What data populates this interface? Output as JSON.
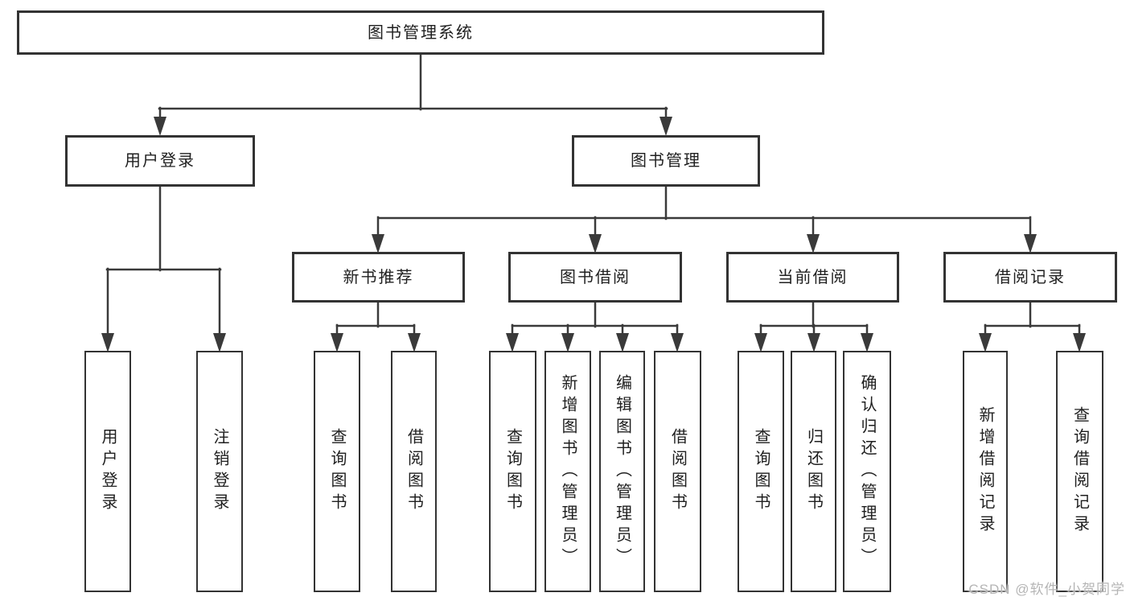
{
  "diagram": {
    "title": "图书管理系统",
    "nodes": {
      "root": "图书管理系统",
      "level2": [
        "用户登录",
        "图书管理"
      ],
      "level3": [
        "新书推荐",
        "图书借阅",
        "当前借阅",
        "借阅记录"
      ],
      "leaves": [
        "用户登录",
        "注销登录",
        "查询图书",
        "借阅图书",
        "查询图书",
        "新增图书（管理员）",
        "编辑图书（管理员）",
        "借阅图书",
        "查询图书",
        "归还图书",
        "确认归还（管理员）",
        "新增借阅记录",
        "查询借阅记录"
      ]
    },
    "hierarchy": {
      "图书管理系统": [
        "用户登录",
        "图书管理"
      ],
      "用户登录": [
        "用户登录",
        "注销登录"
      ],
      "图书管理": [
        "新书推荐",
        "图书借阅",
        "当前借阅",
        "借阅记录"
      ],
      "新书推荐": [
        "查询图书",
        "借阅图书"
      ],
      "图书借阅": [
        "查询图书",
        "新增图书（管理员）",
        "编辑图书（管理员）",
        "借阅图书"
      ],
      "当前借阅": [
        "查询图书",
        "归还图书",
        "确认归还（管理员）"
      ],
      "借阅记录": [
        "新增借阅记录",
        "查询借阅记录"
      ]
    },
    "colors": {
      "background": "#ffffff",
      "box_border": "#333333",
      "connector": "#3a3a3a",
      "text": "#1f1f1f",
      "watermark": "#b5b5b5"
    },
    "watermark": "CSDN @软件_小贺同学"
  }
}
